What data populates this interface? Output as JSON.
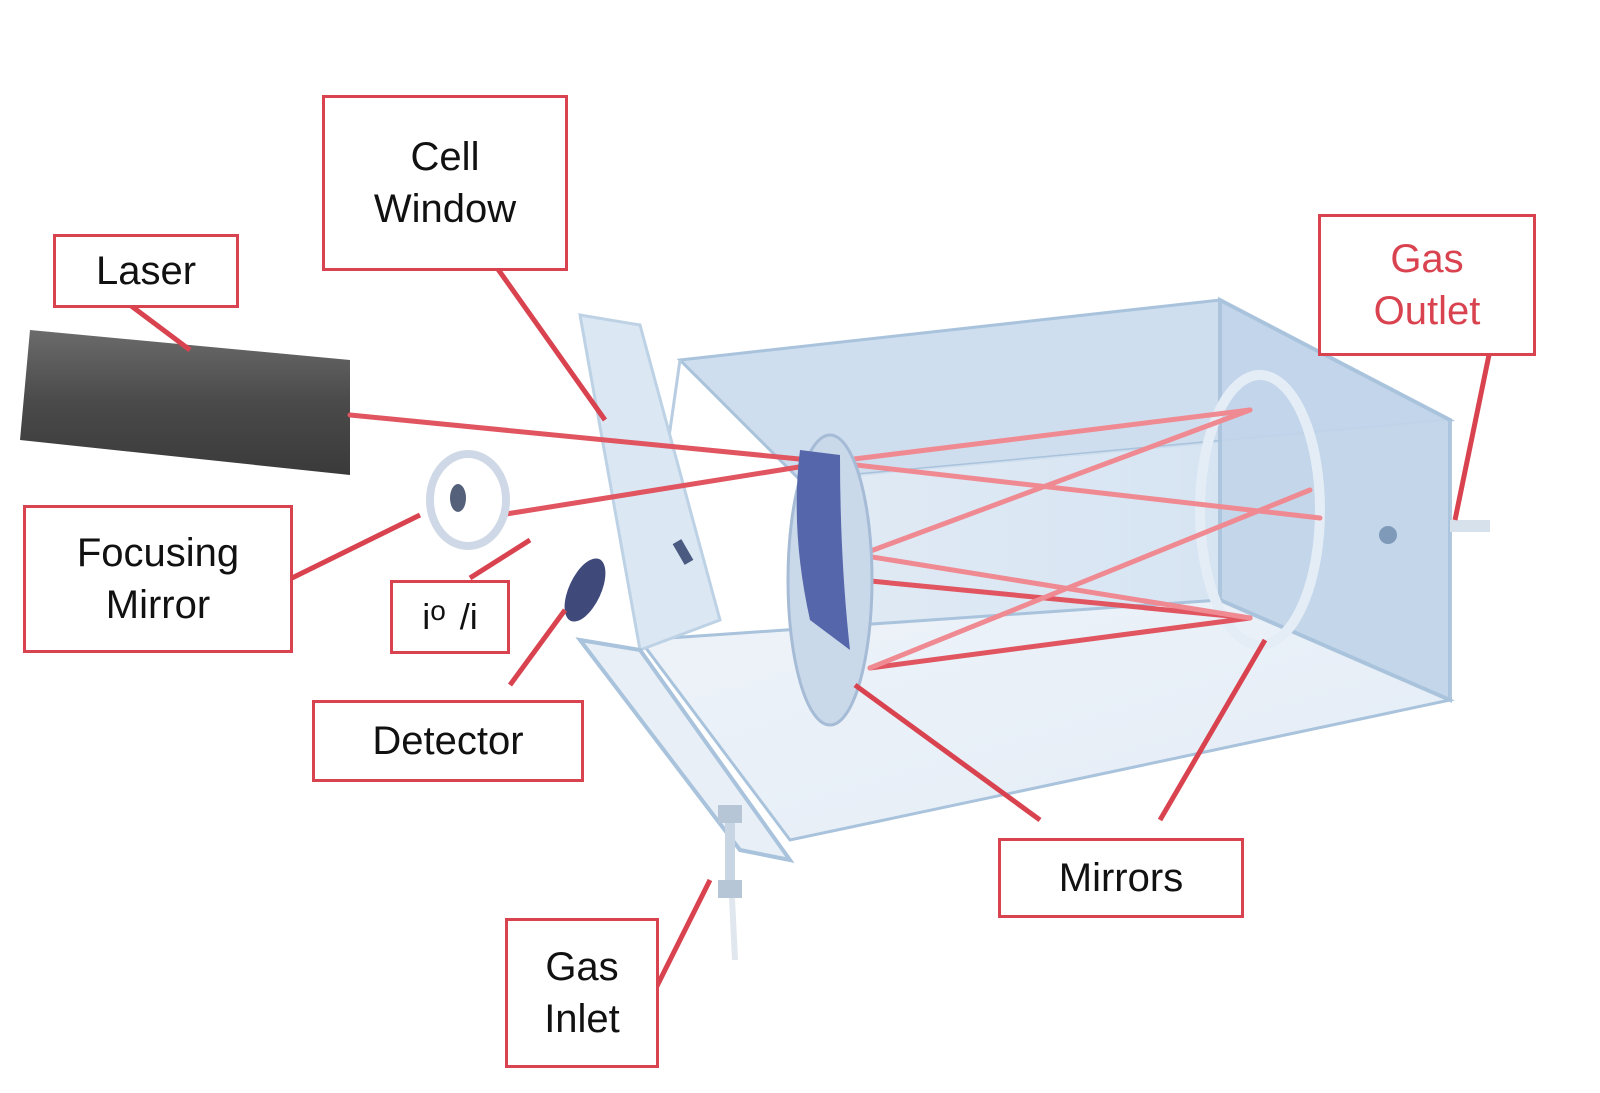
{
  "labels": {
    "laser": [
      "Laser"
    ],
    "cell_window": [
      "Cell",
      "Window"
    ],
    "focusing_mirror": [
      "Focusing",
      "Mirror"
    ],
    "ratio": {
      "base": "i",
      "superscript": "o",
      "suffix": "/i"
    },
    "detector": [
      "Detector"
    ],
    "gas_inlet": [
      "Gas",
      "Inlet"
    ],
    "gas_outlet": [
      "Gas",
      "Outlet"
    ],
    "mirrors": [
      "Mirrors"
    ]
  },
  "colors": {
    "callout": "#d9434f",
    "laser_body": "#555555",
    "cell_glass": "#c5d7ea",
    "cell_edge": "#9fbcd6",
    "mirror_face": "#5566aa",
    "beam": "#e05560"
  }
}
